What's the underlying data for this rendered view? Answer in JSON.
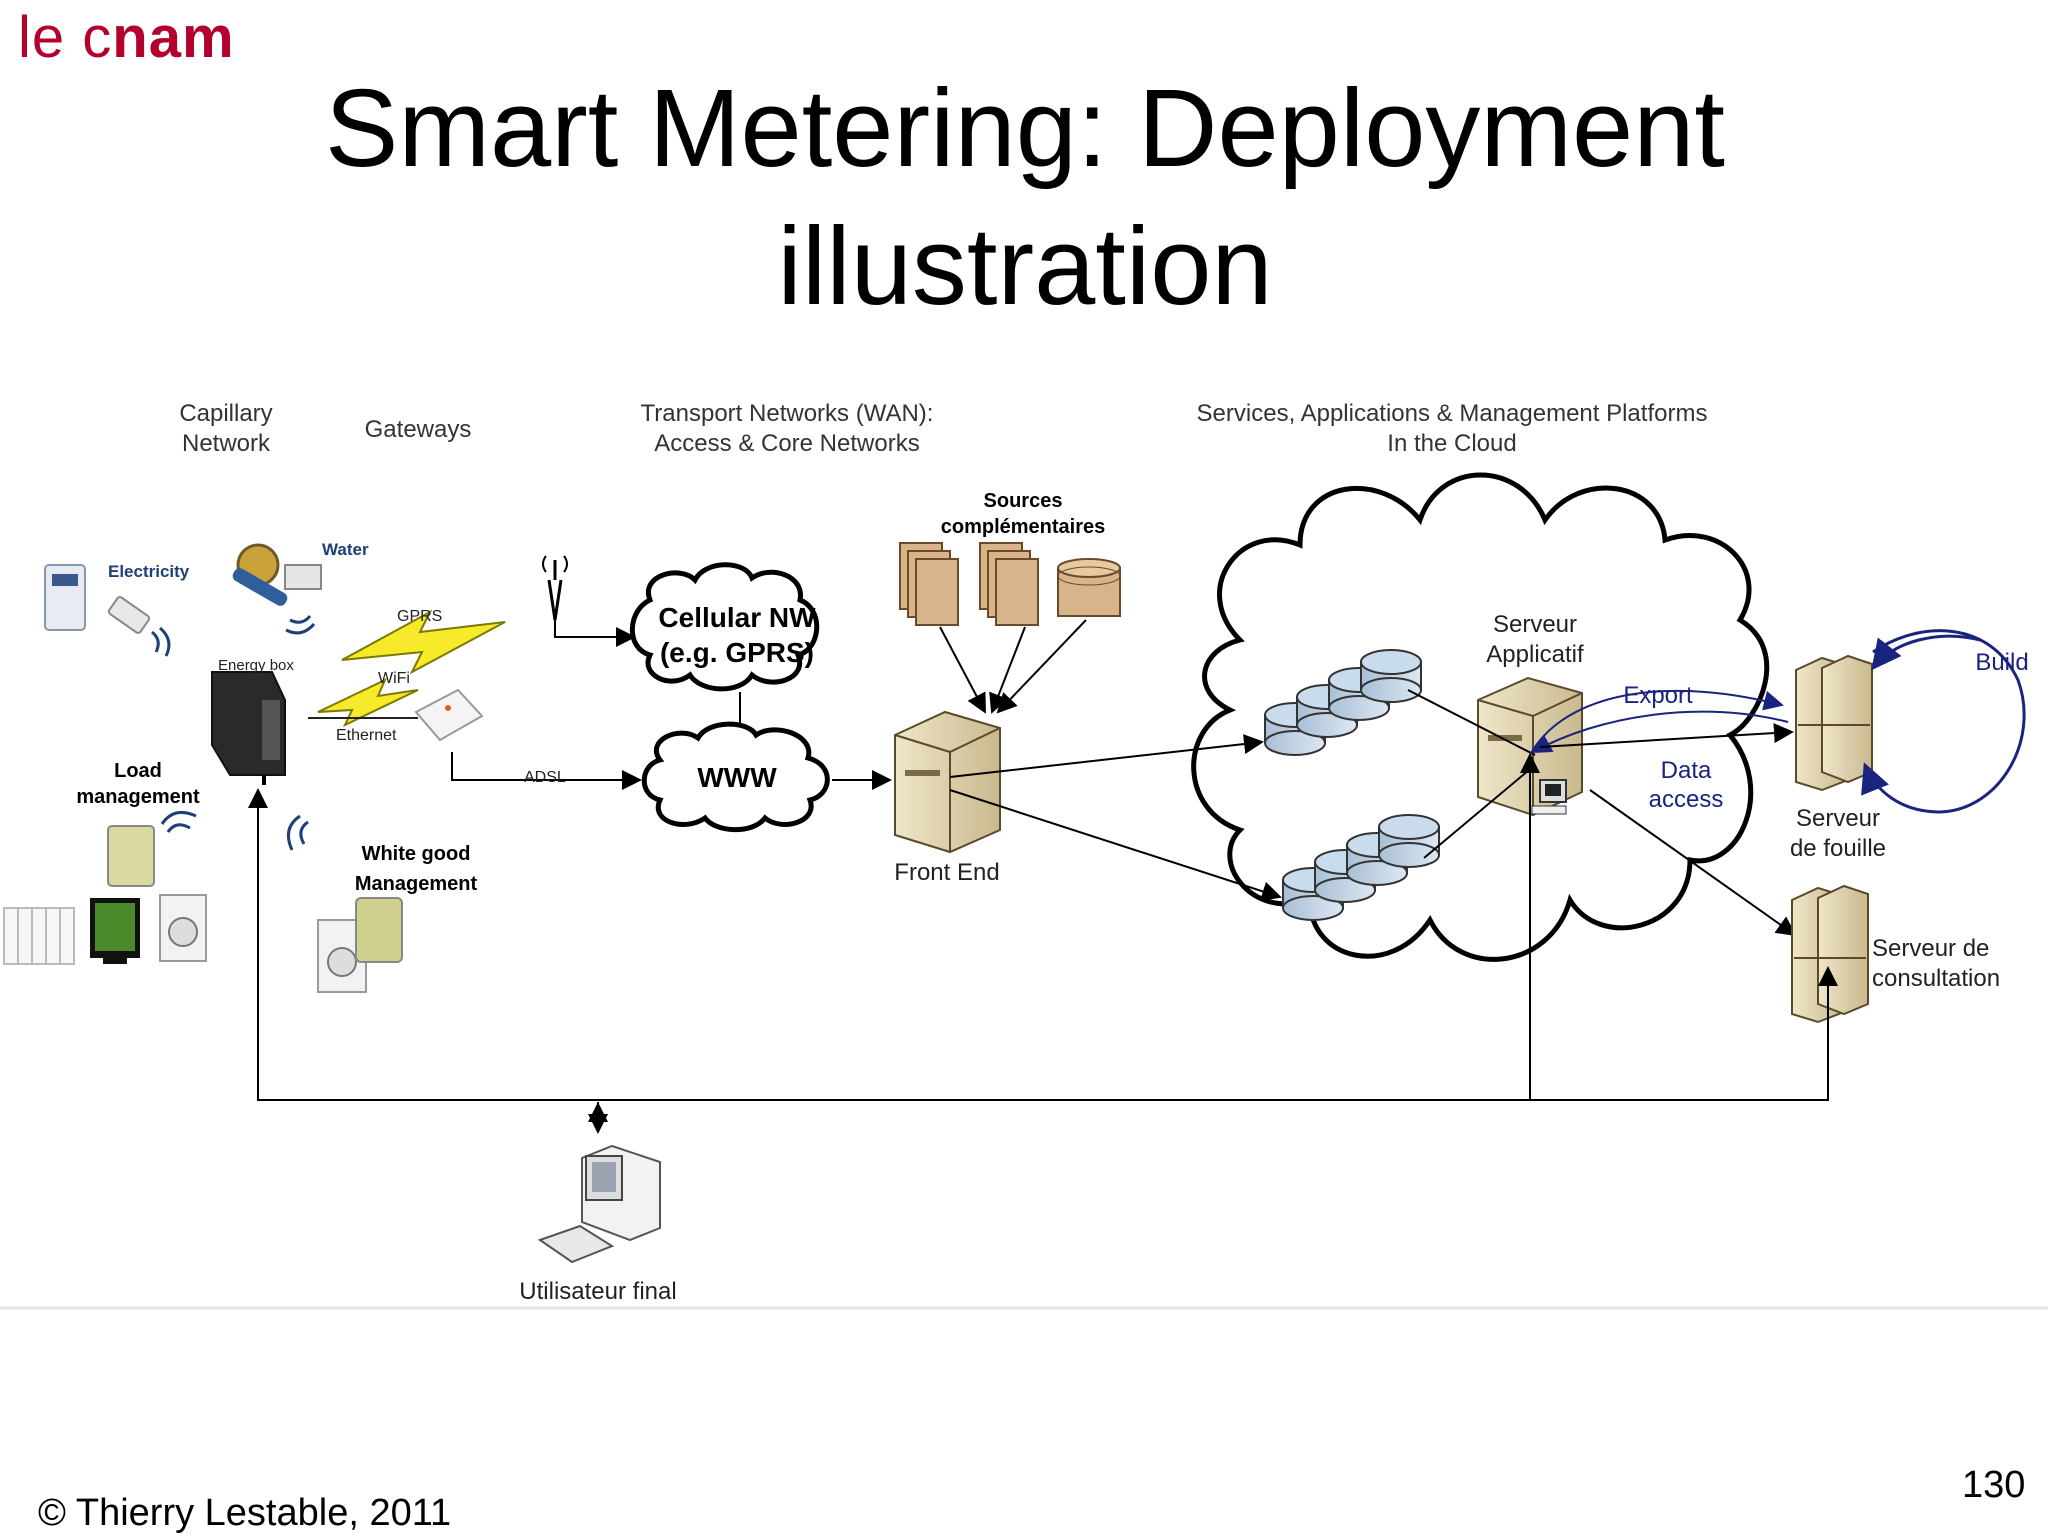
{
  "logo": {
    "prefix": "le c",
    "bold": "nam"
  },
  "title_line1": "Smart Metering: Deployment",
  "title_line2": "illustration",
  "footer": "© Thierry Lestable, 2011",
  "page_number": "130",
  "diagram": {
    "headers": {
      "capillary_1": "Capillary",
      "capillary_2": "Network",
      "gateways": "Gateways",
      "transport_1": "Transport Networks (WAN):",
      "transport_2": "Access & Core Networks",
      "services_1": "Services, Applications & Management Platforms",
      "services_2": "In the Cloud"
    },
    "labels": {
      "electricity": "Electricity",
      "water": "Water",
      "gprs": "GPRS",
      "wifi": "WiFi",
      "ethernet": "Ethernet",
      "energy_box": "Energy box",
      "adsl": "ADSL",
      "load_1": "Load",
      "load_2": "management",
      "white_good_1": "White good",
      "white_good_2": "Management",
      "cellular_1": "Cellular NW",
      "cellular_2": "(e.g. GPRS)",
      "www": "WWW",
      "sources_1": "Sources",
      "sources_2": "complémentaires",
      "front_end": "Front End",
      "serveur_app_1": "Serveur",
      "serveur_app_2": "Applicatif",
      "export": "Export",
      "data_access_1": "Data",
      "data_access_2": "access",
      "build": "Build",
      "fouille_1": "Serveur",
      "fouille_2": "de fouille",
      "consultation_1": "Serveur de",
      "consultation_2": "consultation",
      "utilisateur": "Utilisateur final"
    }
  }
}
